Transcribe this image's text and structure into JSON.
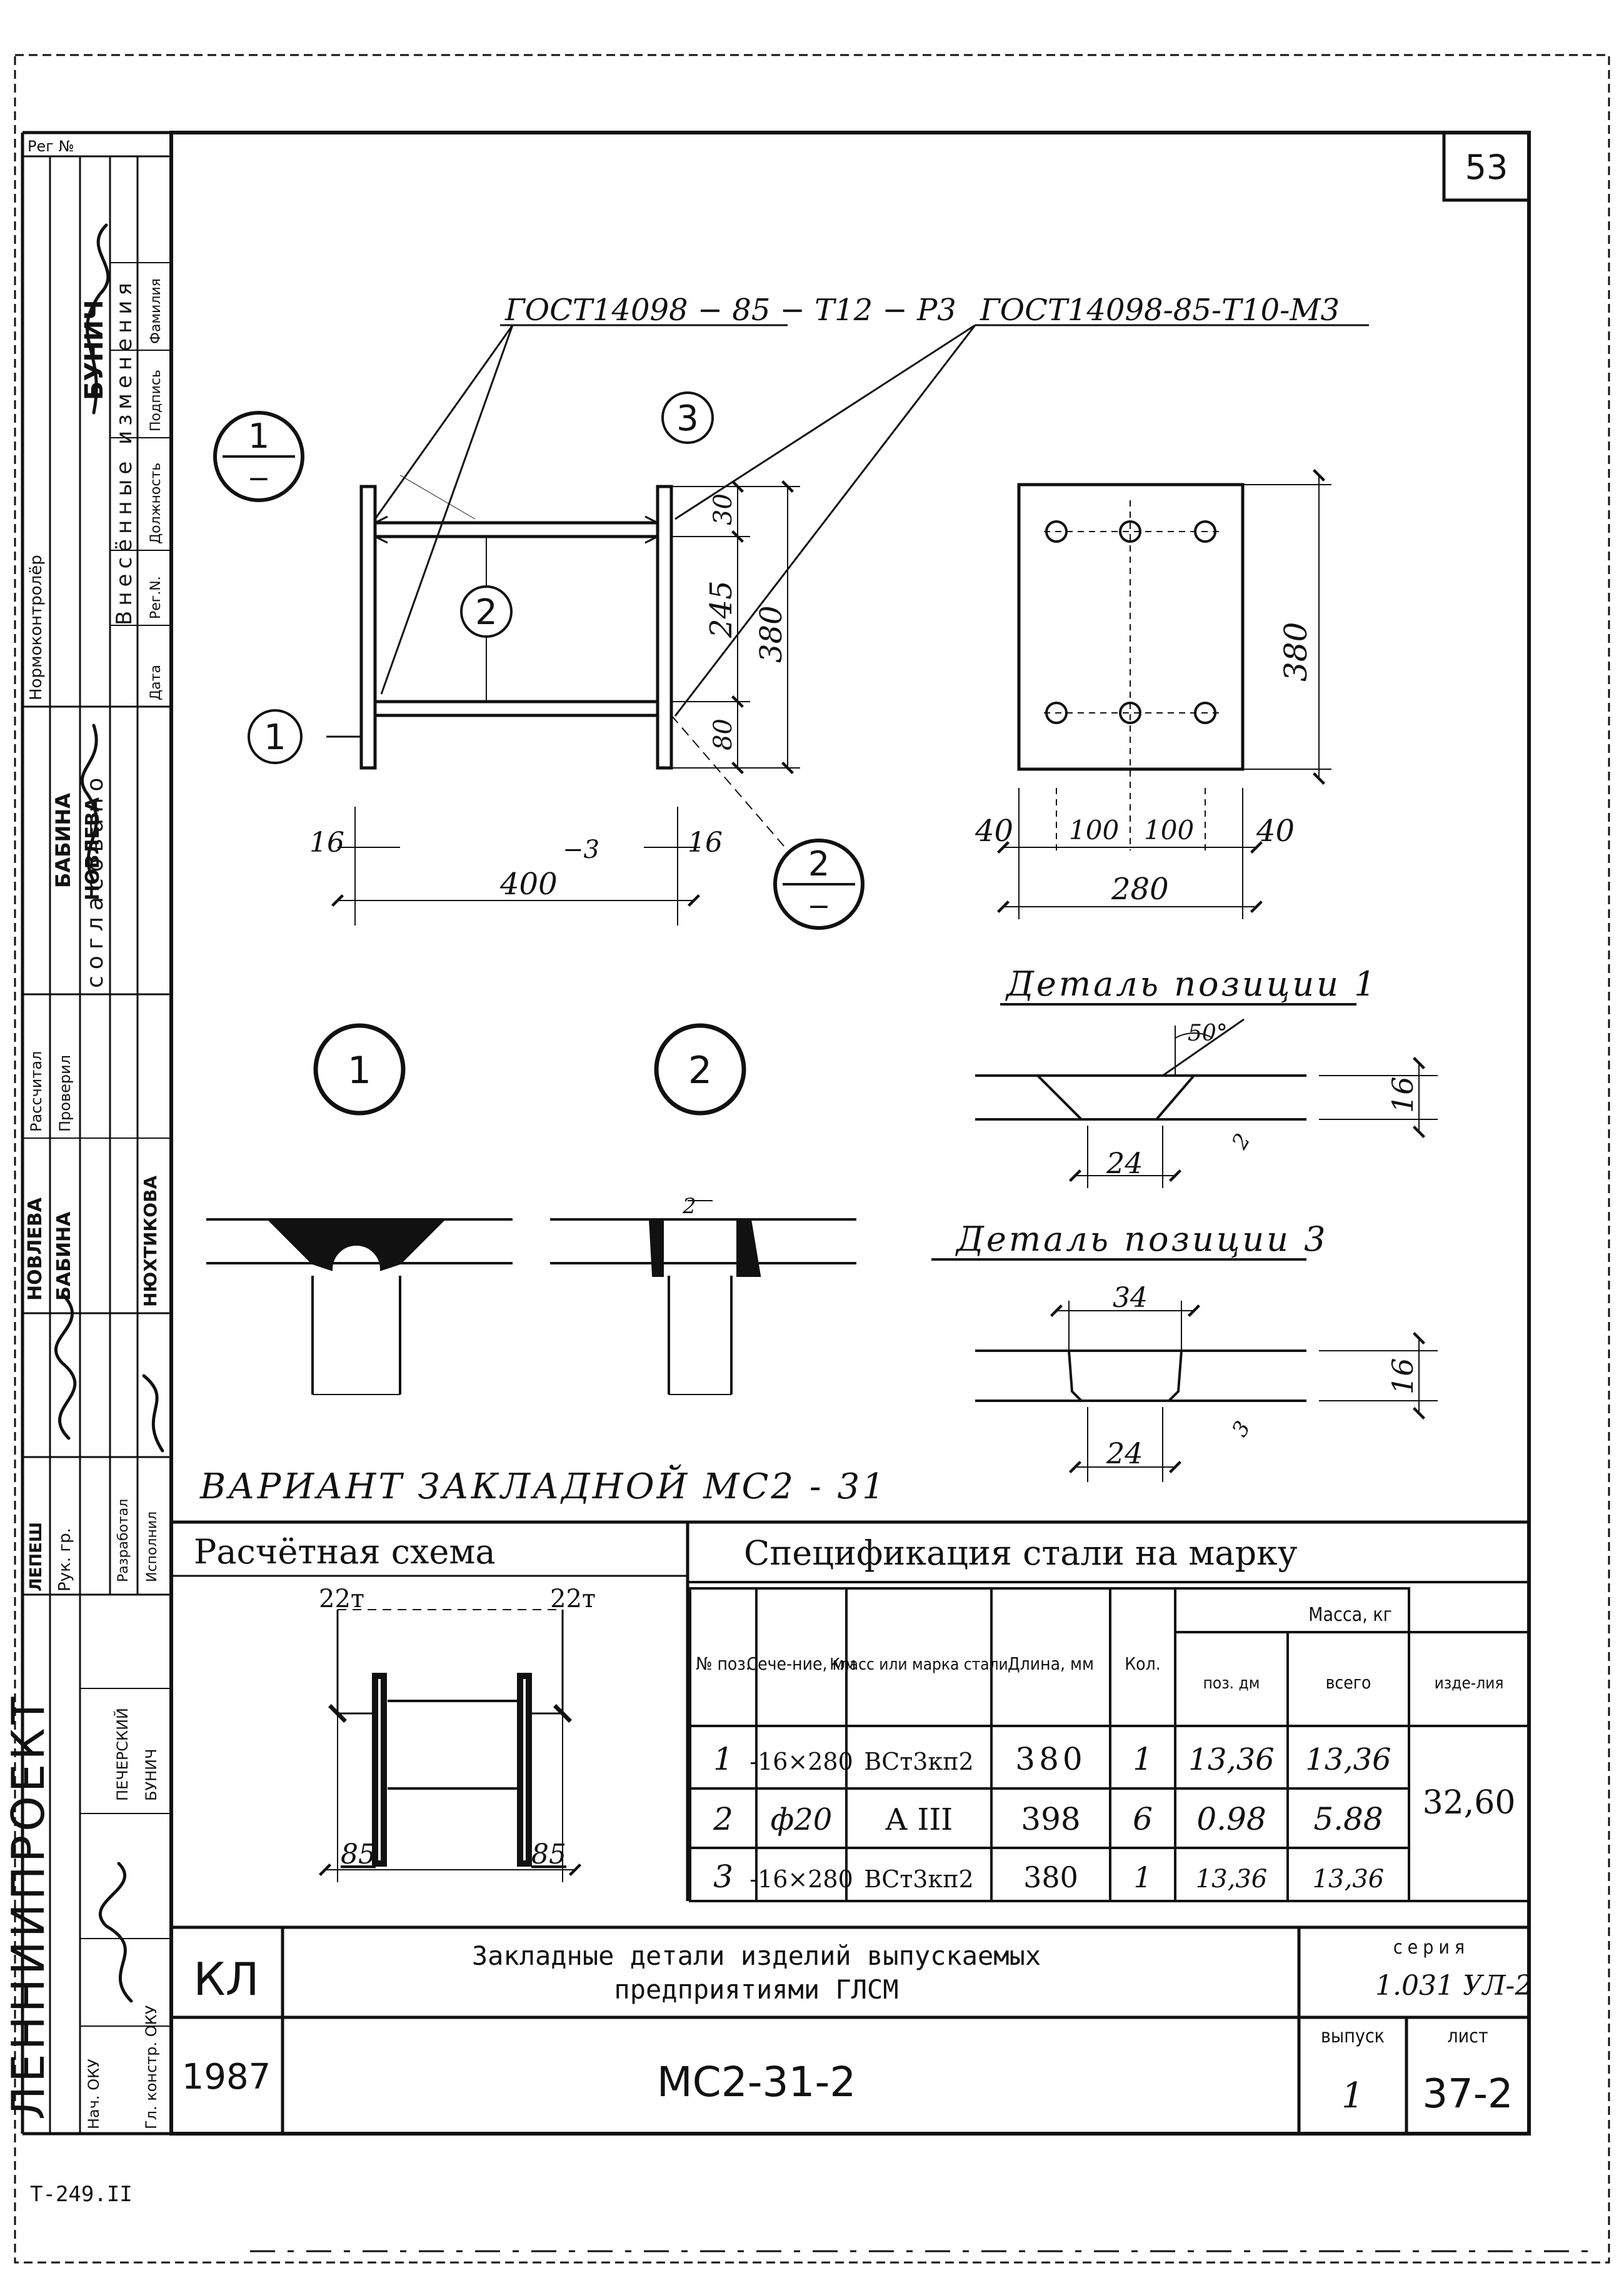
{
  "sheet_number": "53",
  "stamp_left": {
    "reg_no": "Рег №",
    "changes_title": "Внесённые изменения",
    "changes_cols": [
      "Дата",
      "Рег.N.",
      "Должность",
      "Подпись",
      "Фамилия"
    ],
    "changes_rows": [
      {
        "role": "Нормоконтролёр",
        "name": "БУНИЧ"
      }
    ],
    "agreed_label": "согласовано",
    "agreed_rows": [
      {
        "role": "Рассчитал",
        "name": "БАБИНА"
      },
      {
        "role": "Проверил",
        "name": "НОВЛЕВА"
      }
    ],
    "people": [
      {
        "role": "Разработал",
        "name": "НОВЛЕВА"
      },
      {
        "role": "Исполнил",
        "name": "БАБИНА"
      },
      {
        "role": "Рук. гр.",
        "name": "ЛЕПЕШ"
      },
      {
        "role": "Исполнил",
        "name": "НЮХТИКОВА"
      },
      {
        "role": "Нач. ОКУ",
        "name": "ПЕЧЕРСКИЙ"
      },
      {
        "role": "Гл. констр. ОКУ",
        "name": "БУНИЧ"
      }
    ],
    "org": "ЛЕННИИПРОЕКТ"
  },
  "callouts": {
    "gost_left": "ГОСТ14098 − 85 − Т12 − Р3",
    "gost_right": "ГОСТ14098-85-Т10-М3"
  },
  "main_view": {
    "markers": {
      "pos1": "1",
      "pos2": "2",
      "pos3": "3",
      "sec1_num": "1",
      "sec2_num": "2",
      "sec_dash": "−"
    },
    "dims": {
      "top": "30",
      "middle": "245",
      "bottom": "80",
      "overall": "380",
      "left_plate": "16",
      "right_plate": "16",
      "length": "400",
      "tol": "−3"
    }
  },
  "plate_view": {
    "dims": {
      "height": "380",
      "edge_left": "40",
      "spacing_1": "100",
      "spacing_2": "100",
      "edge_right": "40",
      "width": "280"
    }
  },
  "detail1": {
    "title": "Деталь позиции 1",
    "angle": "50°",
    "thk": "16",
    "gap": "2",
    "width": "24"
  },
  "detail3": {
    "title": "Деталь позиции 3",
    "top_width": "34",
    "thk": "16",
    "gap": "3",
    "width": "24"
  },
  "sections": {
    "sec1": "1",
    "sec2": "2",
    "weld_gap": "2"
  },
  "variant_title": "ВАРИАНТ ЗАКЛАДНОЙ МС2 - 31",
  "schema": {
    "title": "Расчётная схема",
    "load_left": "22т",
    "load_right": "22т",
    "dim_left": "85",
    "dim_right": "85"
  },
  "spec": {
    "title": "Спецификация стали на марку",
    "mass_group": "Масса, кг",
    "headers": [
      "№ поз.",
      "Сече-ние, мм",
      "Класс или марка стали",
      "Длина, мм",
      "Кол.",
      "поз. дм",
      "всего",
      "изде-лия"
    ],
    "rows": [
      {
        "pos": "1",
        "section": "-16×280",
        "steel": "ВСт3кп2",
        "length": "380",
        "qty": "1",
        "unit": "13,36",
        "total": "13,36"
      },
      {
        "pos": "2",
        "section": "ф20",
        "steel": "А III",
        "length": "398",
        "qty": "6",
        "unit": "0.98",
        "total": "5.88"
      },
      {
        "pos": "3",
        "section": "-16×280",
        "steel": "ВСт3кп2",
        "length": "380",
        "qty": "1",
        "unit": "13,36",
        "total": "13,36"
      }
    ],
    "item_total": "32,60"
  },
  "title_block": {
    "code": "КЛ",
    "year": "1987",
    "title_line1": "Закладные детали изделий выпускаемых",
    "title_line2": "предприятиями ГЛСМ",
    "mark": "МС2-31-2",
    "series_label": "серия",
    "series": "1.031 УЛ-2",
    "issue_label": "выпуск",
    "issue": "1",
    "sheet_label": "лист",
    "sheet": "37-2"
  },
  "footer_code": "Т-249.II"
}
